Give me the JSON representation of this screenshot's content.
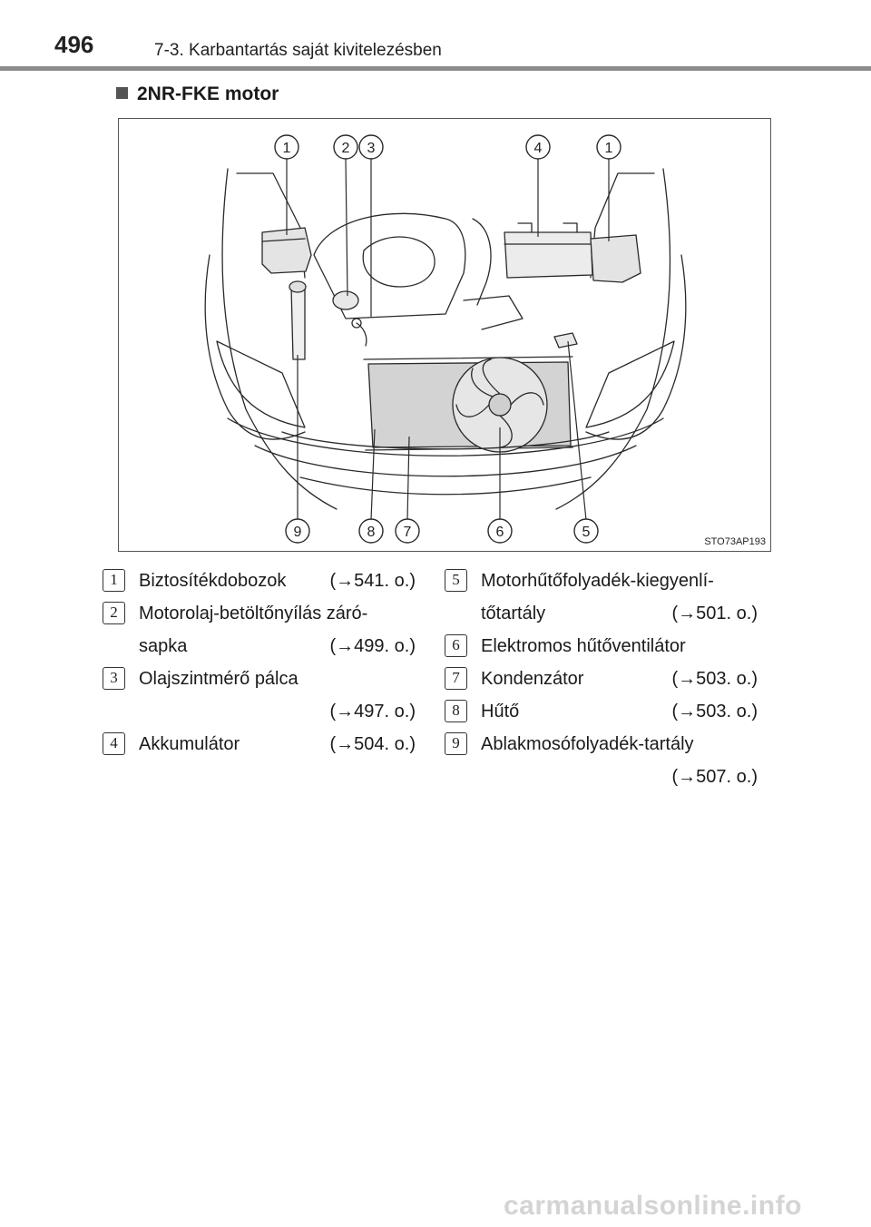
{
  "header": {
    "page_number": "496",
    "chapter_title": "7-3. Karbantartás saját kivitelezésben"
  },
  "section": {
    "title": "2NR-FKE motor"
  },
  "figure": {
    "code": "STO73AP193",
    "callouts_top": [
      "1",
      "2",
      "3",
      "4",
      "1"
    ],
    "callouts_bottom": [
      "9",
      "8",
      "7",
      "6",
      "5"
    ]
  },
  "legend": {
    "left": [
      {
        "num": "1",
        "line1": "Biztosítékdobozok (→541. o.)",
        "line1_text": "Biztosítékdobozok",
        "line1_ref": "(→541. o.)",
        "line2_text": "",
        "line2_ref": ""
      },
      {
        "num": "2",
        "line1_text": "Motorolaj-betöltőnyílás záró-",
        "line1_ref": "",
        "line2_text": "sapka",
        "line2_ref": "(→499. o.)"
      },
      {
        "num": "3",
        "line1_text": "Olajszintmérő pálca",
        "line1_ref": "",
        "line2_text": "",
        "line2_ref": "(→497. o.)"
      },
      {
        "num": "4",
        "line1_text": "Akkumulátor",
        "line1_ref": "(→504. o.)",
        "line2_text": "",
        "line2_ref": ""
      }
    ],
    "right": [
      {
        "num": "5",
        "line1_text": "Motorhűtőfolyadék-kiegyenlí-",
        "line1_ref": "",
        "line2_text": "tőtartály",
        "line2_ref": "(→501. o.)"
      },
      {
        "num": "6",
        "line1_text": "Elektromos hűtőventilátor",
        "line1_ref": "",
        "line2_text": "",
        "line2_ref": ""
      },
      {
        "num": "7",
        "line1_text": "Kondenzátor",
        "line1_ref": "(→503. o.)",
        "line2_text": "",
        "line2_ref": ""
      },
      {
        "num": "8",
        "line1_text": "Hűtő",
        "line1_ref": "(→503. o.)",
        "line2_text": "",
        "line2_ref": ""
      },
      {
        "num": "9",
        "line1_text": "Ablakmosófolyadék-tartály",
        "line1_ref": "",
        "line2_text": "",
        "line2_ref": "(→507. o.)"
      }
    ]
  },
  "watermark": "carmanualsonline.info"
}
